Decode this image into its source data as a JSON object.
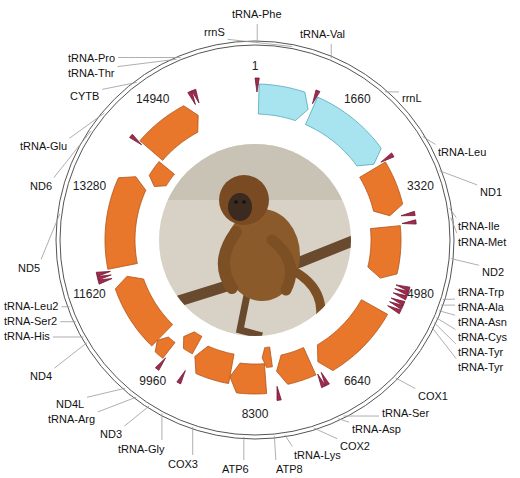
{
  "diagram": {
    "labels": [
      "tRNA-Phe",
      "rrnS",
      "tRNA-Val",
      "1",
      "1660",
      "rrnL",
      "tRNA-Leu",
      "ND1",
      "3320",
      "tRNA-Ile",
      "tRNA-Met",
      "ND2",
      "4980",
      "tRNA-Trp",
      "tRNA-Ala",
      "tRNA-Asn",
      "tRNA-Cys",
      "tRNA-Tyr",
      "tRNA-Tyr",
      "COX1",
      "6640",
      "tRNA-Ser",
      "tRNA-Asp",
      "COX2",
      "tRNA-Lys",
      "ATP8",
      "8300",
      "ATP6",
      "COX3",
      "tRNA-Gly",
      "ND3",
      "tRNA-Arg",
      "ND4L",
      "9960",
      "ND4",
      "tRNA-His",
      "tRNA-Ser2",
      "tRNA-Leu2",
      "11620",
      "ND5",
      "13280",
      "ND6",
      "tRNA-Glu",
      "14940",
      "CYTB",
      "tRNA-Thr",
      "tRNA-Pro"
    ]
  }
}
